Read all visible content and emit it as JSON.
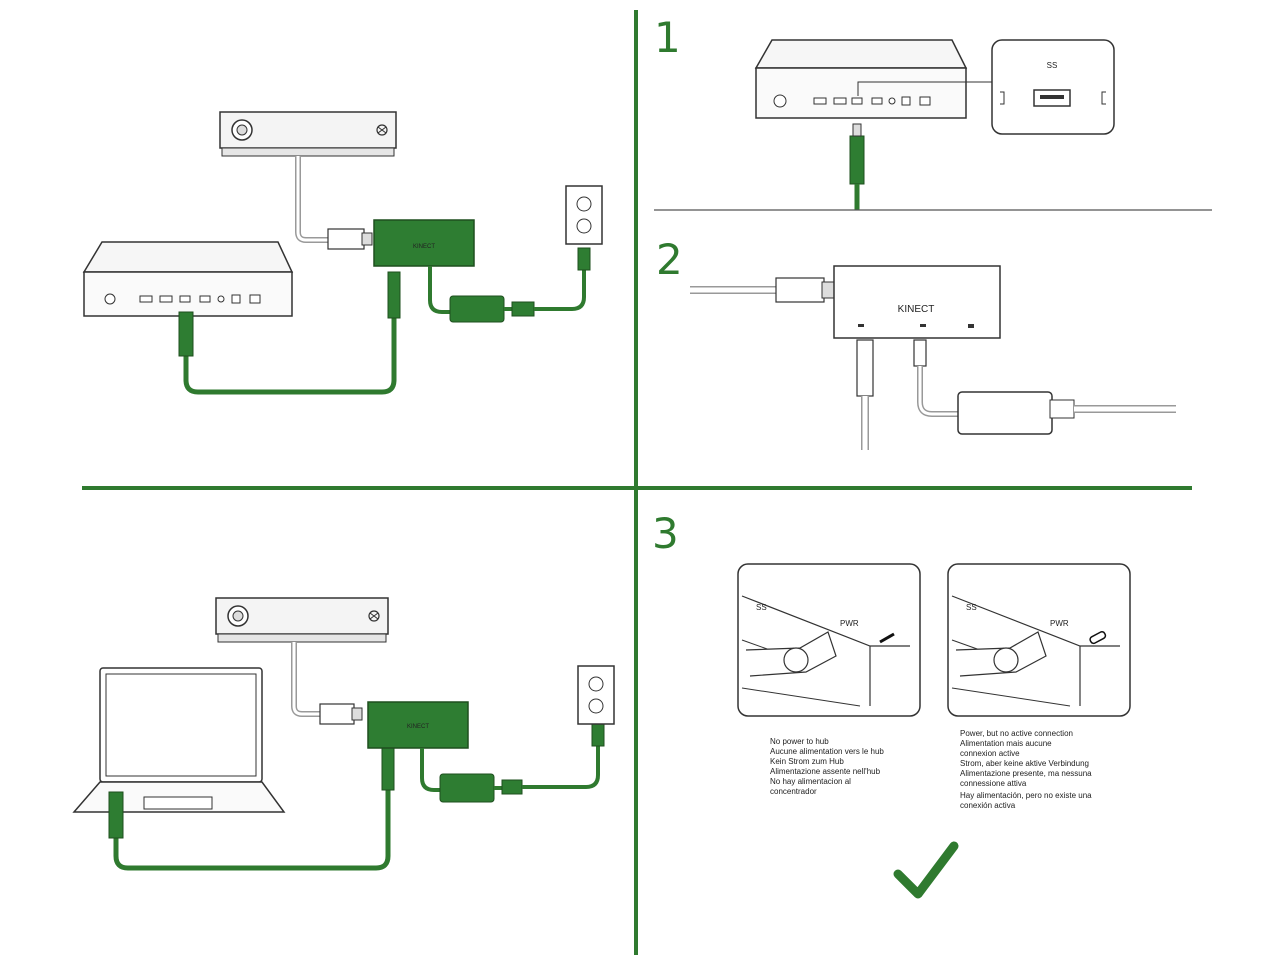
{
  "steps": {
    "one": "1",
    "two": "2",
    "three": "3"
  },
  "hub_label": "KINECT",
  "port_usb3": "SS",
  "port_pwr": "PWR",
  "caption_left": [
    "No power to hub",
    "Aucune alimentation vers le hub",
    "Kein Strom zum Hub",
    "Alimentazione assente nell'hub",
    "No hay alimentacion al",
    "concentrador"
  ],
  "caption_right": [
    "Power, but no active connection",
    "Alimentation mais aucune",
    "connexion active",
    "Strom, aber keine aktive Verbindung",
    "Alimentazione presente, ma nessuna",
    "connessione attiva",
    "Hay alimentación, pero no existe una",
    "conexión activa"
  ],
  "colors": {
    "green": "#2f7a2f",
    "hub_green": "#2e7d32",
    "divider": "#2f7a2f",
    "outline": "#333333"
  },
  "icons": [
    "checkmark-icon",
    "xbox-logo-icon",
    "usb-icon",
    "power-outlet-icon"
  ]
}
